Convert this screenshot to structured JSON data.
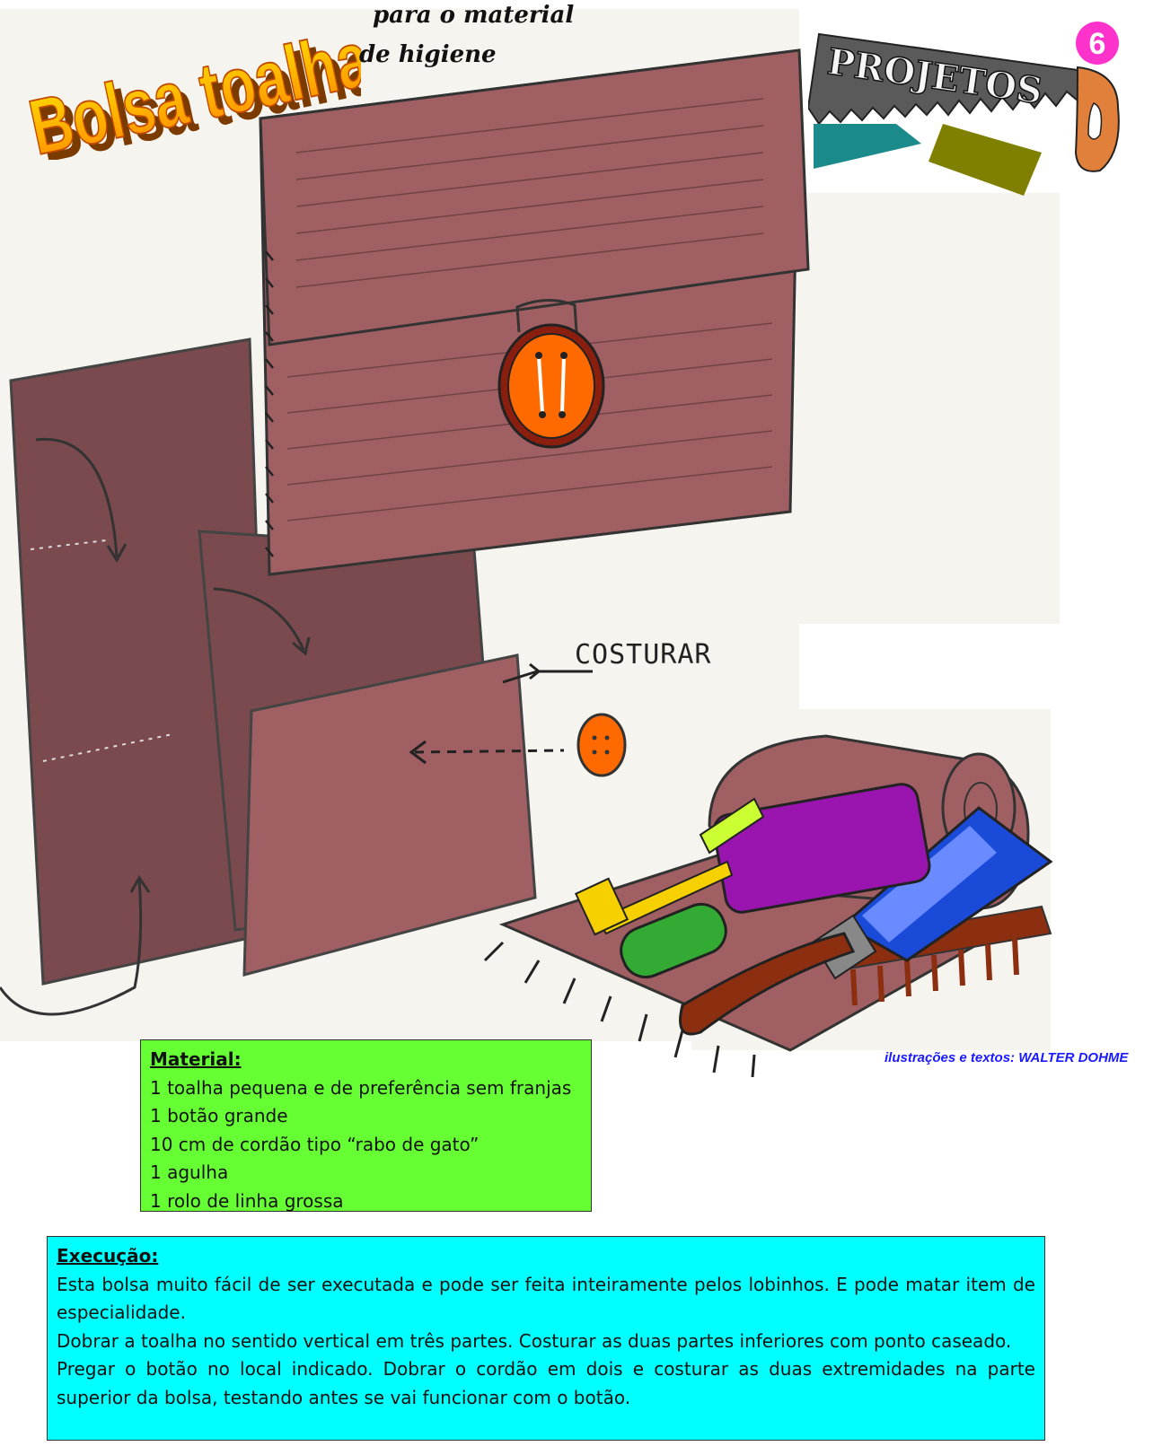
{
  "header": {
    "title": "Bolsa toalha",
    "subtitle_line1": "para o material",
    "subtitle_line2": "de higiene"
  },
  "badge": {
    "label": "PROJETOS",
    "number": "6"
  },
  "illustration": {
    "sew_label": "COSTURAR",
    "credit": "ilustrações e textos: WALTER DOHME"
  },
  "material": {
    "heading": "Material:",
    "items": [
      "1 toalha pequena e de preferência sem franjas",
      "1 botão grande",
      "10 cm de cordão tipo “rabo de gato”",
      "1 agulha",
      "1 rolo de linha grossa"
    ]
  },
  "execucao": {
    "heading": "Execução:",
    "paragraphs": [
      "Esta bolsa muito fácil de ser executada e pode ser feita inteiramente pelos lobinhos. E pode matar item de especialidade.",
      "Dobrar a toalha no sentido vertical em três partes. Costurar as duas partes inferiores com ponto caseado.",
      "Pregar o botão no local indicado. Dobrar o cordão em dois e costurar as duas extremidades na parte superior da bolsa, testando antes se vai funcionar com o botão."
    ]
  },
  "colors": {
    "towel": "#a06063",
    "towel_dark": "#7a4a4e",
    "button": "#ff6a00",
    "material_bg": "#66ff33",
    "exec_bg": "#00ffff"
  }
}
